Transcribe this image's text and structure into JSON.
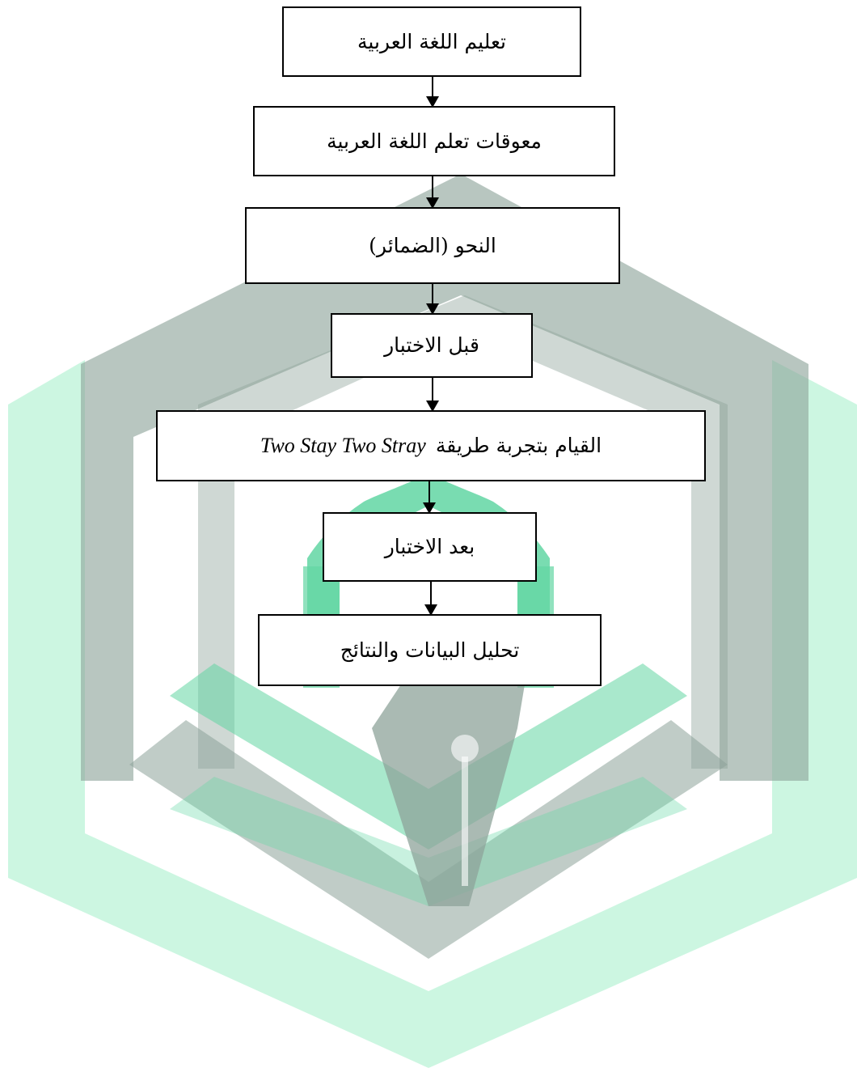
{
  "diagram": {
    "steps": [
      {
        "label": "تعليم اللغة العربية"
      },
      {
        "label": "معوقات تعلم اللغة العربية"
      },
      {
        "label": "النحو (الضمائر)"
      },
      {
        "label": "قبل الاختبار"
      },
      {
        "label_ar": "القيام بتجربة طريقة",
        "label_en": "Two Stay Two Stray"
      },
      {
        "label": "بعد الاختبار"
      },
      {
        "label": "تحليل البيانات والنتائج"
      }
    ]
  },
  "watermark": {
    "colors": {
      "gray": "#8da399",
      "green": "#62d6a3",
      "light_green": "#c7f5de"
    }
  }
}
